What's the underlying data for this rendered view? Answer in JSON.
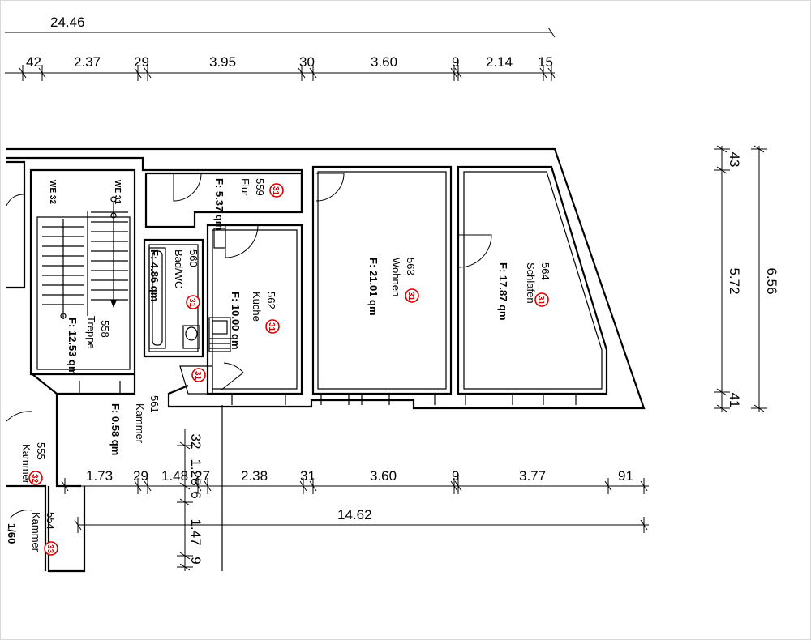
{
  "top_dims": {
    "overall": "24.46",
    "segments": [
      "42",
      "2.37",
      "29",
      "3.95",
      "30",
      "3.60",
      "9",
      "2.14",
      "15"
    ]
  },
  "right_dims": {
    "segments": [
      "43",
      "5.72",
      "41"
    ],
    "overall": "6.56"
  },
  "bottom_dims": {
    "segments": [
      "1.73",
      "29",
      "1.48",
      "27",
      "2.38",
      "31",
      "3.60",
      "9",
      "3.77",
      "91"
    ],
    "overall": "14.62"
  },
  "vertical_dims": [
    "32",
    "1.28",
    "6",
    "1.47",
    "9"
  ],
  "rooms": {
    "treppe": {
      "number": "558",
      "name": "Treppe",
      "area": "F: 12.53 qm"
    },
    "flur": {
      "number": "559",
      "name": "Flur",
      "area": "F: 5.37 qm",
      "badge": "31"
    },
    "bad": {
      "number": "560",
      "name": "Bad/WC",
      "area": "F: 4.86 qm",
      "badge": "31"
    },
    "kammer561": {
      "number": "561",
      "name": "Kammer",
      "area": "F: 0.58 qm",
      "badge": "31"
    },
    "kueche": {
      "number": "562",
      "name": "Küche",
      "area": "F: 10.00 qm",
      "badge": "31"
    },
    "wohnen": {
      "number": "563",
      "name": "Wohnen",
      "area": "F: 21.01 qm",
      "badge": "31"
    },
    "schlafen": {
      "number": "564",
      "name": "Schlafen",
      "area": "F: 17.87 qm",
      "badge": "31"
    },
    "kammer555": {
      "number": "555",
      "name": "Kammer",
      "badge": "32"
    },
    "kammer554": {
      "number": "554",
      "name": "Kammer",
      "badge": "33"
    }
  },
  "stair_marks": [
    "WE 32",
    "WE 31"
  ],
  "partial_text": "1/60",
  "colors": {
    "badge": "#d40000",
    "lines": "#000000"
  }
}
